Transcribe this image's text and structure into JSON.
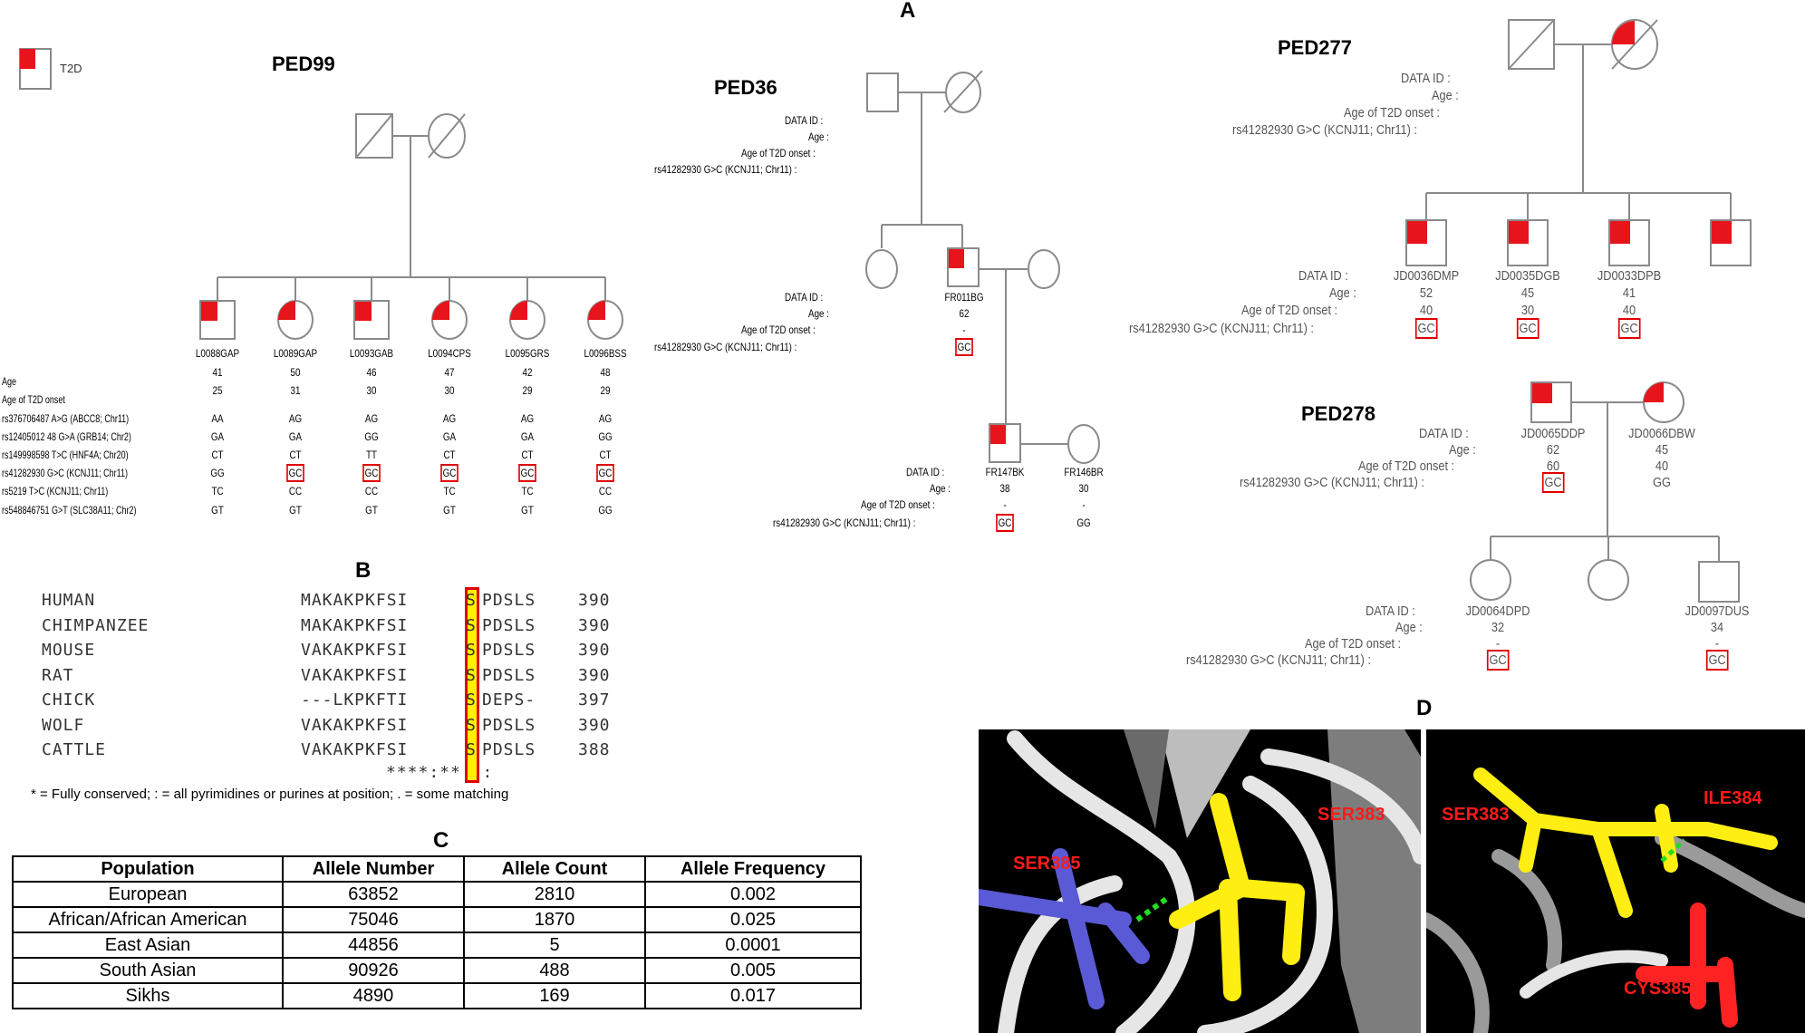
{
  "panels": {
    "A": "A",
    "B": "B",
    "C": "C",
    "D": "D"
  },
  "legend": {
    "label": "T2D"
  },
  "ped99": {
    "title": "PED99",
    "row_labels": [
      "Age",
      "Age of T2D onset",
      "rs376706487 A>G (ABCC8; Chr11)",
      "rs12405012 48 G>A (GRB14; Chr2)",
      "rs149998598 T>C (HNF4A; Chr20)",
      "rs41282930 G>C (KCNJ11; Chr11)",
      "rs5219 T>C (KCNJ11; Chr11)",
      "rs548846751 G>T (SLC38A11; Chr2)"
    ],
    "members": [
      {
        "id": "L0088GAP",
        "age": "41",
        "onset": "25",
        "snps": [
          "AA",
          "GA",
          "CT",
          "GG",
          "TC",
          "GT"
        ]
      },
      {
        "id": "L0089GAP",
        "age": "50",
        "onset": "31",
        "snps": [
          "AG",
          "GA",
          "CT",
          "GC",
          "CC",
          "GT"
        ]
      },
      {
        "id": "L0093GAB",
        "age": "46",
        "onset": "30",
        "snps": [
          "AG",
          "GG",
          "TT",
          "GC",
          "CC",
          "GT"
        ]
      },
      {
        "id": "L0094CPS",
        "age": "47",
        "onset": "30",
        "snps": [
          "AG",
          "GA",
          "CT",
          "GC",
          "TC",
          "GT"
        ]
      },
      {
        "id": "L0095GRS",
        "age": "42",
        "onset": "29",
        "snps": [
          "AG",
          "GA",
          "CT",
          "GC",
          "TC",
          "GT"
        ]
      },
      {
        "id": "L0096BSS",
        "age": "48",
        "onset": "29",
        "snps": [
          "AG",
          "GG",
          "CT",
          "GC",
          "CC",
          "GG"
        ]
      }
    ]
  },
  "ped36": {
    "title": "PED36",
    "labels": [
      "DATA ID :",
      "Age :",
      "Age of T2D onset :",
      "rs41282930 G>C (KCNJ11; Chr11) :"
    ],
    "proband": {
      "id": "FR011BG",
      "age": "62",
      "onset": "-",
      "geno": "GC"
    },
    "child": {
      "id": "FR147BK",
      "age": "38",
      "onset": "-",
      "geno": "GC"
    },
    "spouse": {
      "id": "FR146BR",
      "age": "30",
      "onset": "-",
      "geno": "GG"
    }
  },
  "ped277": {
    "title": "PED277",
    "labels": [
      "DATA ID :",
      "Age :",
      "Age of T2D onset :",
      "rs41282930 G>C (KCNJ11; Chr11) :"
    ],
    "members": [
      {
        "id": "JD0036DMP",
        "age": "52",
        "onset": "40",
        "geno": "GC"
      },
      {
        "id": "JD0035DGB",
        "age": "45",
        "onset": "30",
        "geno": "GC"
      },
      {
        "id": "JD0033DPB",
        "age": "41",
        "onset": "40",
        "geno": "GC"
      }
    ]
  },
  "ped278": {
    "title": "PED278",
    "labels": [
      "DATA ID :",
      "Age :",
      "Age of T2D onset :",
      "rs41282930 G>C (KCNJ11; Chr11) :"
    ],
    "parents": [
      {
        "id": "JD0065DDP",
        "age": "62",
        "onset": "60",
        "geno": "GC"
      },
      {
        "id": "JD0066DBW",
        "age": "45",
        "onset": "40",
        "geno": "GG"
      }
    ],
    "children": [
      {
        "id": "JD0064DPD",
        "age": "32",
        "onset": "-",
        "geno": "GC"
      },
      {
        "id": "JD0097DUS",
        "age": "34",
        "onset": "-",
        "geno": "GC"
      }
    ]
  },
  "alignment": {
    "rows": [
      {
        "species": "HUMAN",
        "pre": "MAKAKPKFSI",
        "res": "S",
        "post": "PDSLS",
        "pos": "390"
      },
      {
        "species": "CHIMPANZEE",
        "pre": "MAKAKPKFSI",
        "res": "S",
        "post": "PDSLS",
        "pos": "390"
      },
      {
        "species": "MOUSE",
        "pre": "VAKAKPKFSI",
        "res": "S",
        "post": "PDSLS",
        "pos": "390"
      },
      {
        "species": "RAT",
        "pre": "VAKAKPKFSI",
        "res": "S",
        "post": "PDSLS",
        "pos": "390"
      },
      {
        "species": "CHICK",
        "pre": "---LKPKFTI",
        "res": "S",
        "post": "DEPS-",
        "pos": "397"
      },
      {
        "species": "WOLF",
        "pre": "VAKAKPKFSI",
        "res": "S",
        "post": "PDSLS",
        "pos": "390"
      },
      {
        "species": "CATTLE",
        "pre": "VAKAKPKFSI",
        "res": "S",
        "post": "PDSLS",
        "pos": "388"
      }
    ],
    "conservation": "****:**  :",
    "legend": "* = Fully conserved; : = all pyrimidines or purines at position; . = some matching"
  },
  "table": {
    "headers": [
      "Population",
      "Allele Number",
      "Allele Count",
      "Allele Frequency"
    ],
    "rows": [
      [
        "European",
        "63852",
        "2810",
        "0.002"
      ],
      [
        "African/African American",
        "75046",
        "1870",
        "0.025"
      ],
      [
        "East Asian",
        "44856",
        "5",
        "0.0001"
      ],
      [
        "South Asian",
        "90926",
        "488",
        "0.005"
      ],
      [
        "Sikhs",
        "4890",
        "169",
        "0.017"
      ]
    ]
  },
  "structures": {
    "left": {
      "labels": [
        "SER385",
        "SER383"
      ]
    },
    "right": {
      "labels": [
        "SER383",
        "ILE384",
        "CYS385"
      ]
    }
  },
  "colors": {
    "affected": "#e8141c",
    "box": "#e00000",
    "highlight": "#ffee00",
    "line": "#8a8a8a"
  }
}
